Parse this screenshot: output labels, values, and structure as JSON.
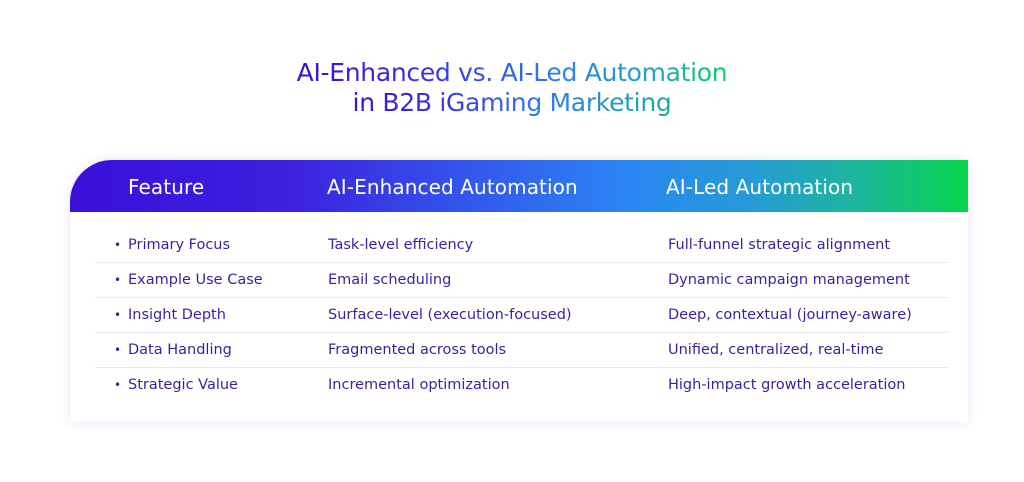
{
  "title": {
    "line1": "AI-Enhanced vs. AI-Led Automation",
    "line2": "in B2B iGaming Marketing"
  },
  "colors": {
    "gradient_start": "#3b0fd8",
    "gradient_mid": "#2a86f2",
    "gradient_end": "#05d44a",
    "body_text": "#3c1fa0",
    "divider": "#e9e8f3"
  },
  "table": {
    "headers": [
      "Feature",
      "AI-Enhanced Automation",
      "AI-Led Automation"
    ],
    "bullet": "•",
    "rows": [
      {
        "feature": "Primary Focus",
        "enhanced": "Task-level efficiency",
        "led": "Full-funnel strategic alignment"
      },
      {
        "feature": "Example Use Case",
        "enhanced": "Email scheduling",
        "led": "Dynamic campaign management"
      },
      {
        "feature": "Insight Depth",
        "enhanced": "Surface-level (execution-focused)",
        "led": "Deep, contextual (journey-aware)"
      },
      {
        "feature": "Data Handling",
        "enhanced": "Fragmented across tools",
        "led": "Unified, centralized, real-time"
      },
      {
        "feature": "Strategic Value",
        "enhanced": "Incremental optimization",
        "led": "High-impact growth acceleration"
      }
    ]
  }
}
